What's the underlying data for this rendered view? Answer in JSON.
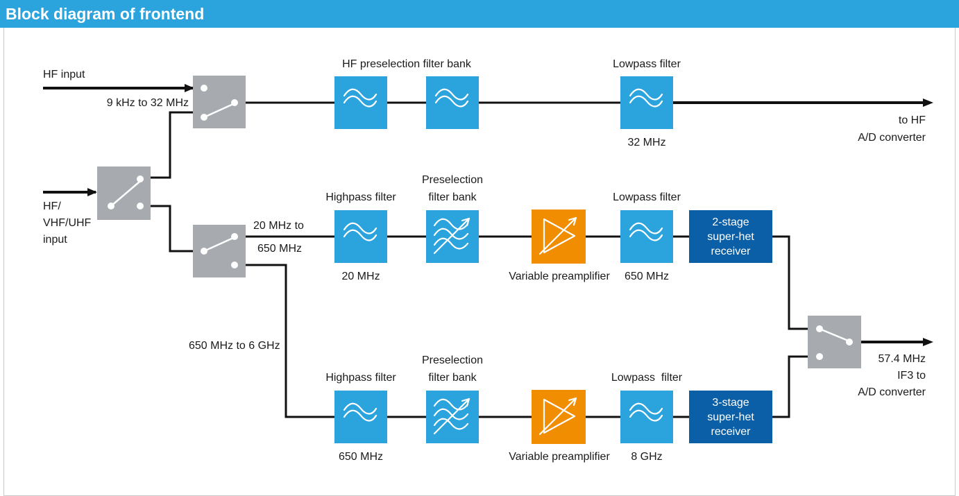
{
  "header": {
    "title": "Block diagram of frontend"
  },
  "colors": {
    "title_bar": "#2ba3dd",
    "filter": "#2ba3dd",
    "switch": "#a7abb0",
    "amplifier": "#f18d00",
    "receiver": "#0a5fa6",
    "line": "#111111"
  },
  "labels": {
    "hf_input": "HF input",
    "hf_range": "9 kHz to 32 MHz",
    "hf_preselection": "HF preselection filter bank",
    "lowpass_filter": "Lowpass filter",
    "lowpass_filter_spaced": "Lowpass  filter",
    "lp_32": "32 MHz",
    "to_hf": "to HF",
    "ad_converter": "A/D converter",
    "main_input": [
      "HF/",
      "VHF/UHF",
      "input"
    ],
    "range_20_650": [
      "20 MHz to",
      "650 MHz"
    ],
    "highpass_filter": "Highpass filter",
    "preselection": [
      "Preselection",
      "filter bank"
    ],
    "hp_20": "20 MHz",
    "variable_preamp": "Variable preamplifier",
    "lp_650": "650 MHz",
    "receiver_2": [
      "2-stage",
      "super-het",
      "receiver"
    ],
    "receiver_3": [
      "3-stage",
      "super-het",
      "receiver"
    ],
    "range_650_6": "650 MHz to 6 GHz",
    "hp_650": "650 MHz",
    "lp_8": "8 GHz",
    "output": [
      "57.4 MHz",
      "IF3 to",
      "A/D converter"
    ]
  },
  "icons": {
    "switch": "spdt-switch-icon",
    "filter": "filter-wave-icon",
    "tunable_filter": "tunable-filter-icon",
    "amplifier": "variable-amplifier-icon",
    "arrow": "arrow-head-icon"
  }
}
